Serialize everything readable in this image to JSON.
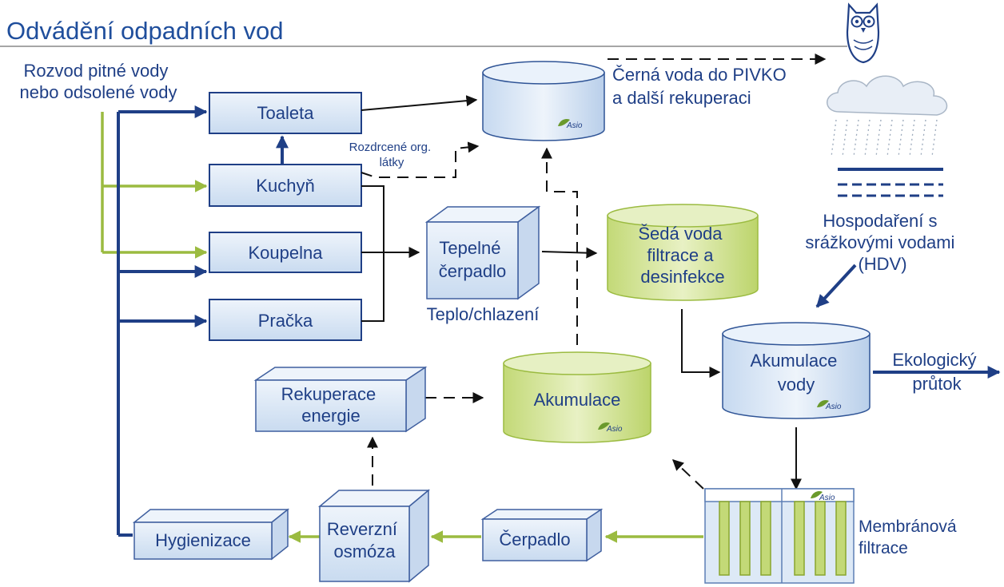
{
  "title": "Odvádění odpadních vod",
  "supply_label": [
    "Rozvod pitné vody",
    "nebo odsolené vody"
  ],
  "rooms": {
    "toilet": "Toaleta",
    "kitchen": "Kuchyň",
    "bathroom": "Koupelna",
    "washer": "Pračka"
  },
  "organic_label": [
    "Rozdrcené org.",
    "látky"
  ],
  "black_water_label": [
    "Černá voda do PIVKO",
    "a další rekuperaci"
  ],
  "heat_pump": [
    "Tepelné",
    "čerpadlo"
  ],
  "heat_label": "Teplo/chlazení",
  "grey_water": [
    "Šedá voda",
    "filtrace a",
    "desinfekce"
  ],
  "rainwater_label": [
    "Hospodaření s",
    "srážkovými vodami",
    "(HDV)"
  ],
  "water_accumulation": [
    "Akumulace",
    "vody"
  ],
  "ecological_flow": [
    "Ekologický",
    "průtok"
  ],
  "energy_recovery": [
    "Rekuperace",
    "energie"
  ],
  "accumulation": "Akumulace",
  "membrane_filtration": [
    "Membránová",
    "filtrace"
  ],
  "pump": "Čerpadlo",
  "reverse_osmosis": [
    "Reverzní",
    "osmóza"
  ],
  "hygienization": "Hygienizace",
  "logo_text": "Asio",
  "icons": [
    "owl-logo-icon",
    "rain-cloud-icon",
    "asio-logo-icon"
  ],
  "colors": {
    "title": "#1f4e9c",
    "navy": "#1f3f86",
    "green_line": "#9bbb40",
    "box_fill": "#dbe7f6",
    "green_cylinder": "#cfe08a"
  }
}
